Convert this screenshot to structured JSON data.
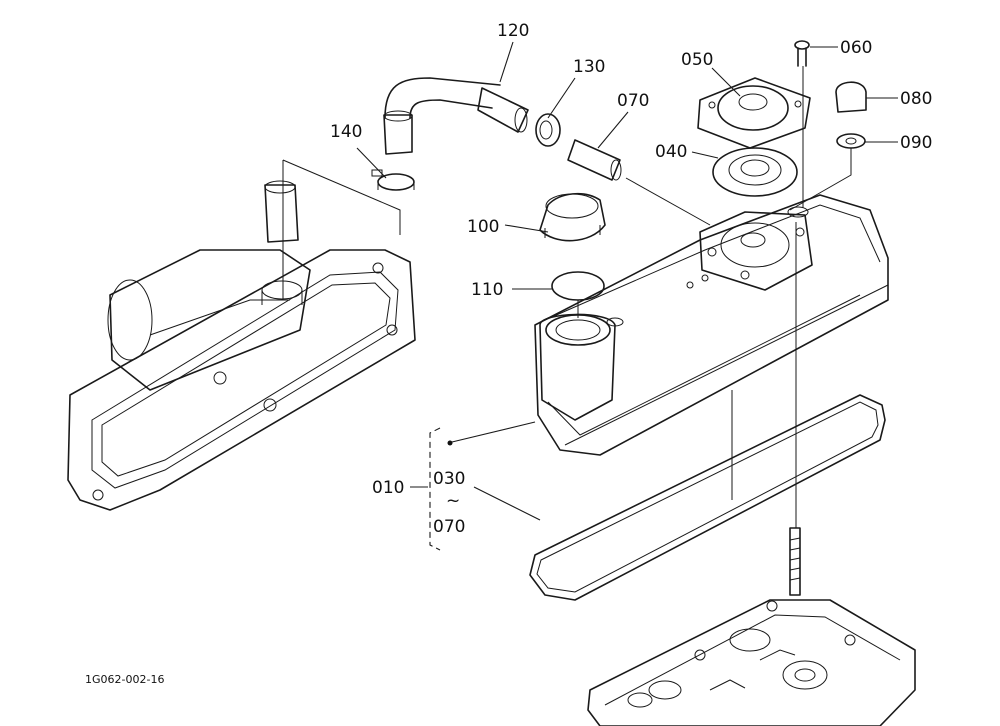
{
  "labels": {
    "p120": "120",
    "p130": "130",
    "p070a": "070",
    "p050": "050",
    "p060": "060",
    "p080": "080",
    "p090": "090",
    "p040": "040",
    "p140": "140",
    "p100": "100",
    "p110": "110",
    "p010": "010",
    "p030": "030",
    "tilde": "~",
    "p070b": "070"
  },
  "footer": {
    "code": "1G062-002-16"
  }
}
